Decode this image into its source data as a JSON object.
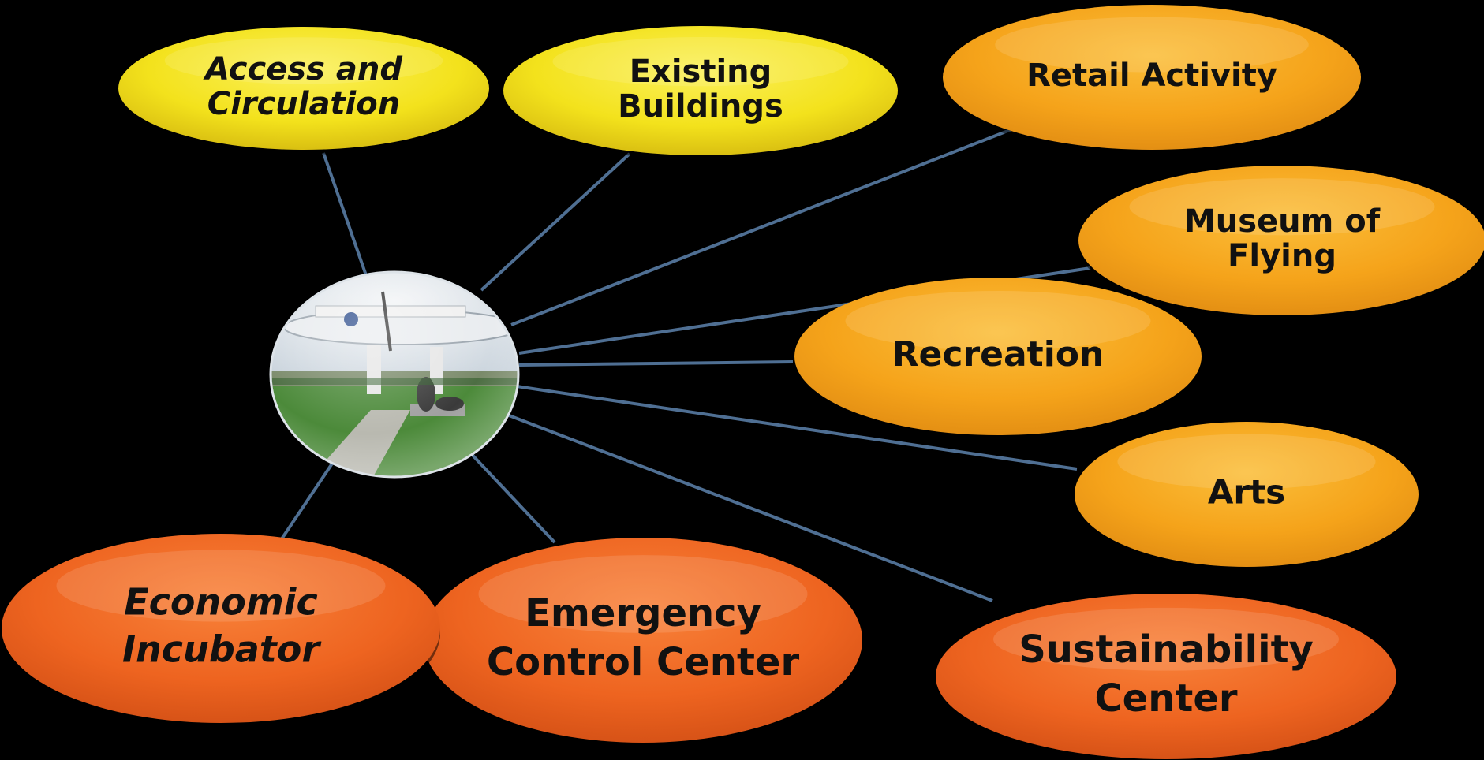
{
  "hub": {
    "image": "airplane-memorial-photo"
  },
  "colors": {
    "background": "#000000",
    "connector": "#4f6f93",
    "yellow": "#f3e21c",
    "orange": "#f5a31a",
    "red_orange": "#ee6420",
    "text": "#111111"
  },
  "nodes": [
    {
      "id": "access",
      "lines": [
        "Access and",
        "Circulation"
      ],
      "italic": true,
      "color": "yellow"
    },
    {
      "id": "existing",
      "lines": [
        "Existing",
        "Buildings"
      ],
      "italic": false,
      "color": "yellow"
    },
    {
      "id": "retail",
      "lines": [
        "Retail Activity"
      ],
      "italic": false,
      "color": "orange"
    },
    {
      "id": "museum",
      "lines": [
        "Museum of",
        "Flying"
      ],
      "italic": false,
      "color": "orange"
    },
    {
      "id": "recreation",
      "lines": [
        "Recreation"
      ],
      "italic": false,
      "color": "orange"
    },
    {
      "id": "arts",
      "lines": [
        "Arts"
      ],
      "italic": false,
      "color": "orange"
    },
    {
      "id": "sustainability",
      "lines": [
        "Sustainability",
        "Center"
      ],
      "italic": false,
      "color": "red_orange"
    },
    {
      "id": "emergency",
      "lines": [
        "Emergency",
        "Control Center"
      ],
      "italic": false,
      "color": "red_orange"
    },
    {
      "id": "economic",
      "lines": [
        "Economic",
        "Incubator"
      ],
      "italic": true,
      "color": "red_orange"
    }
  ]
}
